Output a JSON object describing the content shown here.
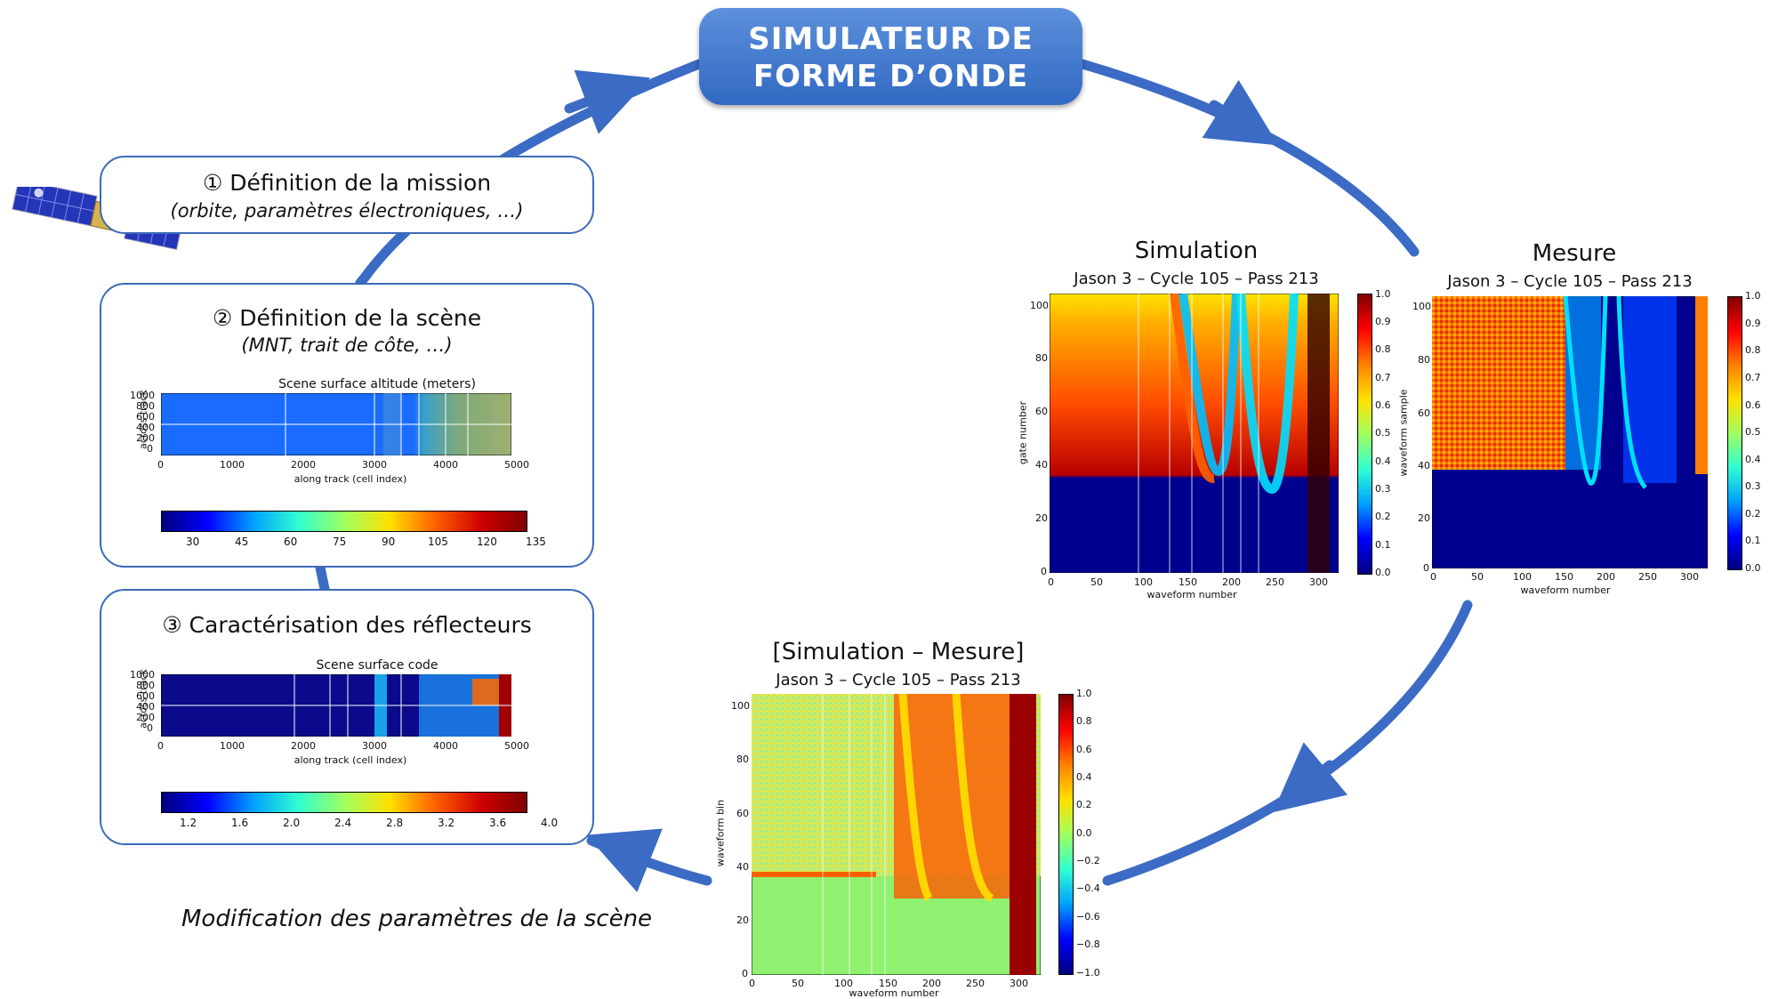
{
  "header": {
    "line1": "SIMULATEUR DE",
    "line2": "FORME D’ONDE"
  },
  "steps": [
    {
      "title": "① Définition de la mission",
      "subtitle": "(orbite, paramètres électroniques, …)"
    },
    {
      "title": "② Définition de la scène",
      "subtitle": "(MNT, trait de côte, …)",
      "figure": {
        "title": "Scene surface altitude (meters)",
        "ylabel": "across track",
        "xlabel": "along track (cell index)",
        "yticks": [
          "1000",
          "800",
          "600",
          "400",
          "200",
          "0"
        ],
        "xticks": [
          "0",
          "1000",
          "2000",
          "3000",
          "4000",
          "5000"
        ],
        "colorbar_ticks": [
          "30",
          "45",
          "60",
          "75",
          "90",
          "105",
          "120",
          "135"
        ]
      }
    },
    {
      "title": "③ Caractérisation des réflecteurs",
      "figure": {
        "title": "Scene surface code",
        "ylabel": "across track",
        "xlabel": "along track (cell index)",
        "yticks": [
          "1000",
          "800",
          "600",
          "400",
          "200",
          "0"
        ],
        "xticks": [
          "0",
          "1000",
          "2000",
          "3000",
          "4000",
          "5000"
        ],
        "colorbar_ticks": [
          "1.2",
          "1.6",
          "2.0",
          "2.4",
          "2.8",
          "3.2",
          "3.6",
          "4.0"
        ]
      }
    }
  ],
  "plots": {
    "simulation": {
      "title": "Simulation",
      "subtitle": "Jason 3 – Cycle 105 – Pass 213",
      "ylabel": "gate number",
      "xlabel": "waveform number",
      "yticks": [
        "100",
        "80",
        "60",
        "40",
        "20",
        "0"
      ],
      "xticks": [
        "0",
        "50",
        "100",
        "150",
        "200",
        "250",
        "300"
      ],
      "colorbar_ticks": [
        "1.0",
        "0.9",
        "0.8",
        "0.7",
        "0.6",
        "0.5",
        "0.4",
        "0.3",
        "0.2",
        "0.1",
        "0.0"
      ]
    },
    "mesure": {
      "title": "Mesure",
      "subtitle": "Jason 3 – Cycle 105 – Pass 213",
      "ylabel": "waveform sample",
      "xlabel": "waveform number",
      "yticks": [
        "100",
        "80",
        "60",
        "40",
        "20",
        "0"
      ],
      "xticks": [
        "0",
        "50",
        "100",
        "150",
        "200",
        "250",
        "300"
      ],
      "colorbar_ticks": [
        "1.0",
        "0.9",
        "0.8",
        "0.7",
        "0.6",
        "0.5",
        "0.4",
        "0.3",
        "0.2",
        "0.1",
        "0.0"
      ]
    },
    "difference": {
      "title": "[Simulation – Mesure]",
      "subtitle": "Jason 3 – Cycle 105 – Pass 213",
      "ylabel": "waveform bin",
      "xlabel": "waveform number",
      "yticks": [
        "100",
        "80",
        "60",
        "40",
        "20",
        "0"
      ],
      "xticks": [
        "0",
        "50",
        "100",
        "150",
        "200",
        "250",
        "300"
      ],
      "colorbar_ticks": [
        "1.0",
        "0.8",
        "0.6",
        "0.4",
        "0.2",
        "0.0",
        "−0.2",
        "−0.4",
        "−0.6",
        "−0.8",
        "−1.0"
      ]
    }
  },
  "footer": {
    "modification": "Modification des paramètres de la scène"
  },
  "colors": {
    "cycle_arrow": "#3b6bc4",
    "header_bg": "#3d74cc",
    "box_border": "#3b6bb8"
  },
  "icons": {
    "satellite": "satellite-icon"
  }
}
